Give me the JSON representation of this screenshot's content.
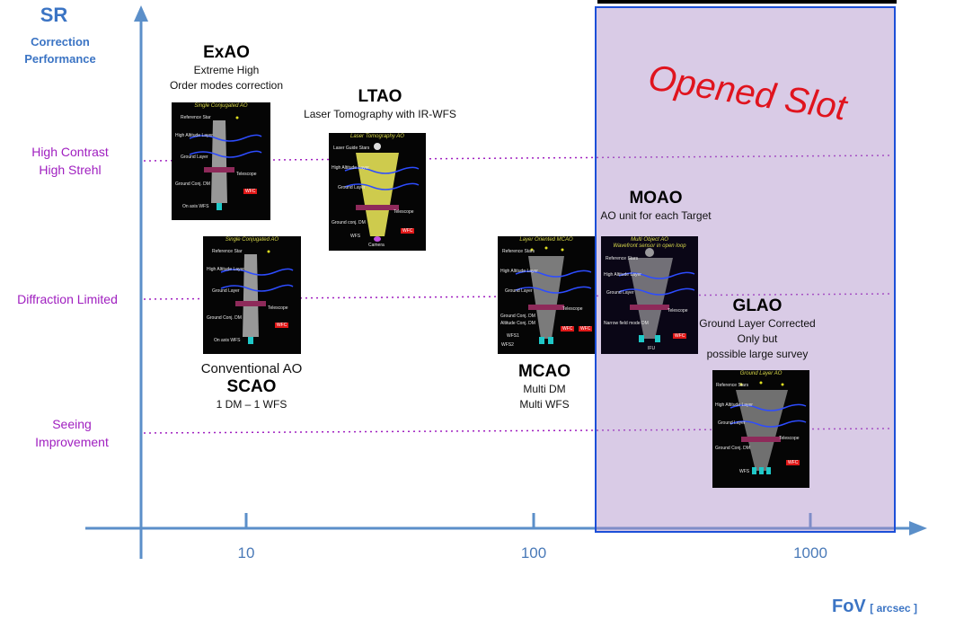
{
  "y_axis": {
    "title": "SR",
    "subtitle_line1": "Correction",
    "subtitle_line2": "Performance",
    "levels": [
      {
        "line1": "High Contrast",
        "line2": "High Strehl"
      },
      {
        "line1": "Diffraction Limited",
        "line2": ""
      },
      {
        "line1": "Seeing",
        "line2": "Improvement"
      }
    ]
  },
  "x_axis": {
    "title": "FoV",
    "unit": "[ arcsec ]",
    "ticks": [
      "10",
      "100",
      "1000"
    ]
  },
  "opened_slot": {
    "label": "Opened Slot"
  },
  "systems": {
    "exao": {
      "title": "ExAO",
      "desc1": "Extreme High",
      "desc2": "Order modes correction"
    },
    "ltao": {
      "title": "LTAO",
      "desc1": "Laser Tomography with IR-WFS"
    },
    "moao": {
      "title": "MOAO",
      "desc1": "AO unit for each Target"
    },
    "scao": {
      "pre": "Conventional AO",
      "title": "SCAO",
      "desc1": "1 DM – 1 WFS"
    },
    "mcao": {
      "title": "MCAO",
      "desc1": "Multi DM",
      "desc2": "Multi WFS"
    },
    "glao": {
      "title": "GLAO",
      "desc1": "Ground Layer Corrected",
      "desc2": "Only  but",
      "desc3": "possible large survey"
    }
  },
  "panels": {
    "exao": {
      "title": "Single Conjugated AO",
      "labels": [
        "Reference Star",
        "High Altitude Layer",
        "Ground Layer",
        "Telescope",
        "Ground Conj. DM",
        "On axis WFS"
      ],
      "wfs": "WFC"
    },
    "ltao": {
      "title": "Laser Tomography AO",
      "labels": [
        "Laser Guide Stars",
        "High Altitude Layer",
        "Ground Layer",
        "Telescope",
        "Ground conj. DM",
        "WFS",
        "Camera"
      ],
      "wfs": "WFC"
    },
    "scao": {
      "title": "Single Conjugated AO",
      "labels": [
        "Reference Star",
        "High Altitude Layer",
        "Ground Layer",
        "Telescope",
        "Ground Conj. DM",
        "On axis WFS"
      ],
      "wfs": "WFC"
    },
    "mcao": {
      "title": "Layer Oriented MCAO",
      "labels": [
        "Reference Stars",
        "High Altitude Layer",
        "Ground Layer",
        "Telescope",
        "Ground Conj. DM",
        "Altitude Conj. DM",
        "WFS1",
        "WFS2"
      ],
      "wfs": "WFC"
    },
    "moao": {
      "title": "Multi Object AO",
      "subtitle": "Wavefront sensor in open loop",
      "labels": [
        "Reference Stars",
        "High Altitude Layer",
        "Ground Layer",
        "Telescope",
        "Narrow field mode DM",
        "IFU"
      ],
      "wfs": "WFC"
    },
    "glao": {
      "title": "Ground Layer AO",
      "labels": [
        "Reference Stars",
        "High Altitude Layer",
        "Ground Layer",
        "Telescope",
        "Ground Conj. DM",
        "WFS"
      ],
      "wfs": "WFC"
    }
  },
  "colors": {
    "axis": "#5b8fc9",
    "level_text": "#a020c0",
    "slot_fill": "#c8b2dd",
    "slot_border": "#1c4fd8",
    "slot_label": "#e0141e"
  }
}
